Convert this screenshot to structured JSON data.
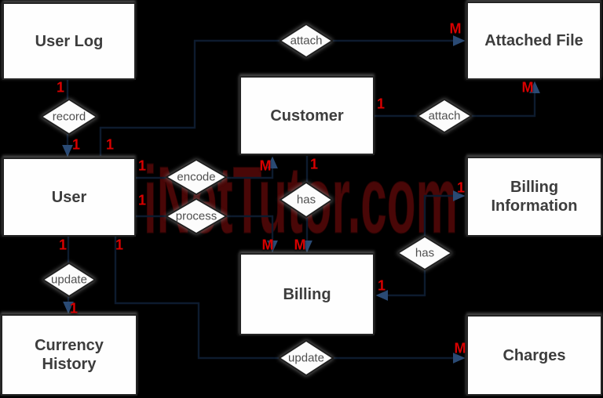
{
  "watermark": {
    "text": "iNetTutor.com",
    "color": "#4c0808"
  },
  "entities": [
    {
      "id": "user-log",
      "label": "User Log"
    },
    {
      "id": "attached-file",
      "label": "Attached File"
    },
    {
      "id": "customer",
      "label": "Customer"
    },
    {
      "id": "user",
      "label": "User"
    },
    {
      "id": "billing-information",
      "label": "Billing Information"
    },
    {
      "id": "billing",
      "label": "Billing"
    },
    {
      "id": "currency-history",
      "label": "Currency History"
    },
    {
      "id": "charges",
      "label": "Charges"
    }
  ],
  "relationships": [
    {
      "id": "record",
      "label": "record"
    },
    {
      "id": "attach-top",
      "label": "attach"
    },
    {
      "id": "attach-right",
      "label": "attach"
    },
    {
      "id": "encode",
      "label": "encode"
    },
    {
      "id": "process",
      "label": "process"
    },
    {
      "id": "has-center",
      "label": "has"
    },
    {
      "id": "has-right",
      "label": "has"
    },
    {
      "id": "update-left",
      "label": "update"
    },
    {
      "id": "update-bottom",
      "label": "update"
    }
  ],
  "cardinality_labels": [
    {
      "text": "1",
      "near": "user-log-bottom-record"
    },
    {
      "text": "1",
      "near": "user-top-record"
    },
    {
      "text": "1",
      "near": "user-top-attach"
    },
    {
      "text": "M",
      "near": "attached-file-left-attach"
    },
    {
      "text": "1",
      "near": "customer-right-attach"
    },
    {
      "text": "M",
      "near": "attached-file-bottom-attach"
    },
    {
      "text": "1",
      "near": "user-right-encode"
    },
    {
      "text": "M",
      "near": "customer-bottom-encode"
    },
    {
      "text": "1",
      "near": "customer-bottom-has"
    },
    {
      "text": "1",
      "near": "user-right-process"
    },
    {
      "text": "M",
      "near": "billing-top-process"
    },
    {
      "text": "M",
      "near": "billing-top-has"
    },
    {
      "text": "1",
      "near": "billing-information-left-has"
    },
    {
      "text": "1",
      "near": "billing-right-has"
    },
    {
      "text": "1",
      "near": "user-bottom-update"
    },
    {
      "text": "1",
      "near": "user-bottom-update-charges"
    },
    {
      "text": "1",
      "near": "currency-history-top-update"
    },
    {
      "text": "M",
      "near": "charges-left-update"
    }
  ],
  "connections": [
    {
      "from": "User Log",
      "via": "record",
      "to": "User",
      "from_cardinality": "1",
      "to_cardinality": "1"
    },
    {
      "from": "User",
      "via": "attach",
      "to": "Attached File",
      "from_cardinality": "1",
      "to_cardinality": "M"
    },
    {
      "from": "Customer",
      "via": "attach",
      "to": "Attached File",
      "from_cardinality": "1",
      "to_cardinality": "M"
    },
    {
      "from": "User",
      "via": "encode",
      "to": "Customer",
      "from_cardinality": "1",
      "to_cardinality": "M"
    },
    {
      "from": "User",
      "via": "process",
      "to": "Billing",
      "from_cardinality": "1",
      "to_cardinality": "M"
    },
    {
      "from": "Customer",
      "via": "has",
      "to": "Billing",
      "from_cardinality": "1",
      "to_cardinality": "M"
    },
    {
      "from": "Billing Information",
      "via": "has",
      "to": "Billing",
      "from_cardinality": "1",
      "to_cardinality": "1"
    },
    {
      "from": "User",
      "via": "update",
      "to": "Currency History",
      "from_cardinality": "1",
      "to_cardinality": "1"
    },
    {
      "from": "User",
      "via": "update",
      "to": "Charges",
      "from_cardinality": "1",
      "to_cardinality": "M"
    }
  ],
  "colors": {
    "background": "#000000",
    "entity_fill": "#ffffff",
    "entity_border": "#232323",
    "entity_text": "#3d3d3d",
    "relationship_text": "#4f4f4f",
    "line": "#0d1b2e",
    "cardinality": "#d80000",
    "watermark": "#4c0808"
  }
}
